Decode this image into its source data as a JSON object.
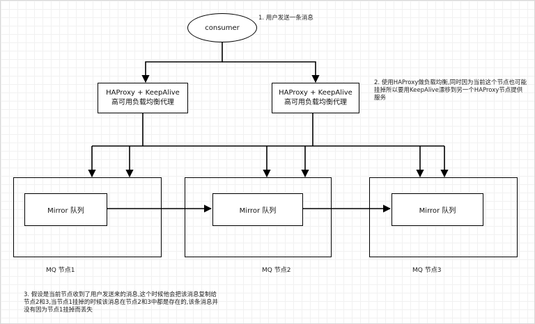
{
  "consumer": {
    "label": "consumer"
  },
  "notes": {
    "n1": "1. 用户发送一条消息",
    "n2": "2. 使用HAProxy做负载均衡,同时因为当前这个节点也可能挂掉所以要用KeepAlive漂移到另一个HAProxy节点提供服务",
    "n3": "3. 假设是当前节点收到了用户发送来的消息,这个时候他会把该消息复制给节点2和3,当节点1挂掉的时候该消息在节点2和3中都是存在的,该条消息并没有因为节点1挂掉而丢失"
  },
  "proxies": [
    {
      "line1": "HAProxy + KeepAlive",
      "line2": "高可用负载均衡代理"
    },
    {
      "line1": "HAProxy + KeepAlive",
      "line2": "高可用负载均衡代理"
    }
  ],
  "nodes": [
    {
      "mirror": "Mirror 队列",
      "label": "MQ 节点1"
    },
    {
      "mirror": "Mirror 队列",
      "label": "MQ 节点2"
    },
    {
      "mirror": "Mirror 队列",
      "label": "MQ 节点3"
    }
  ]
}
